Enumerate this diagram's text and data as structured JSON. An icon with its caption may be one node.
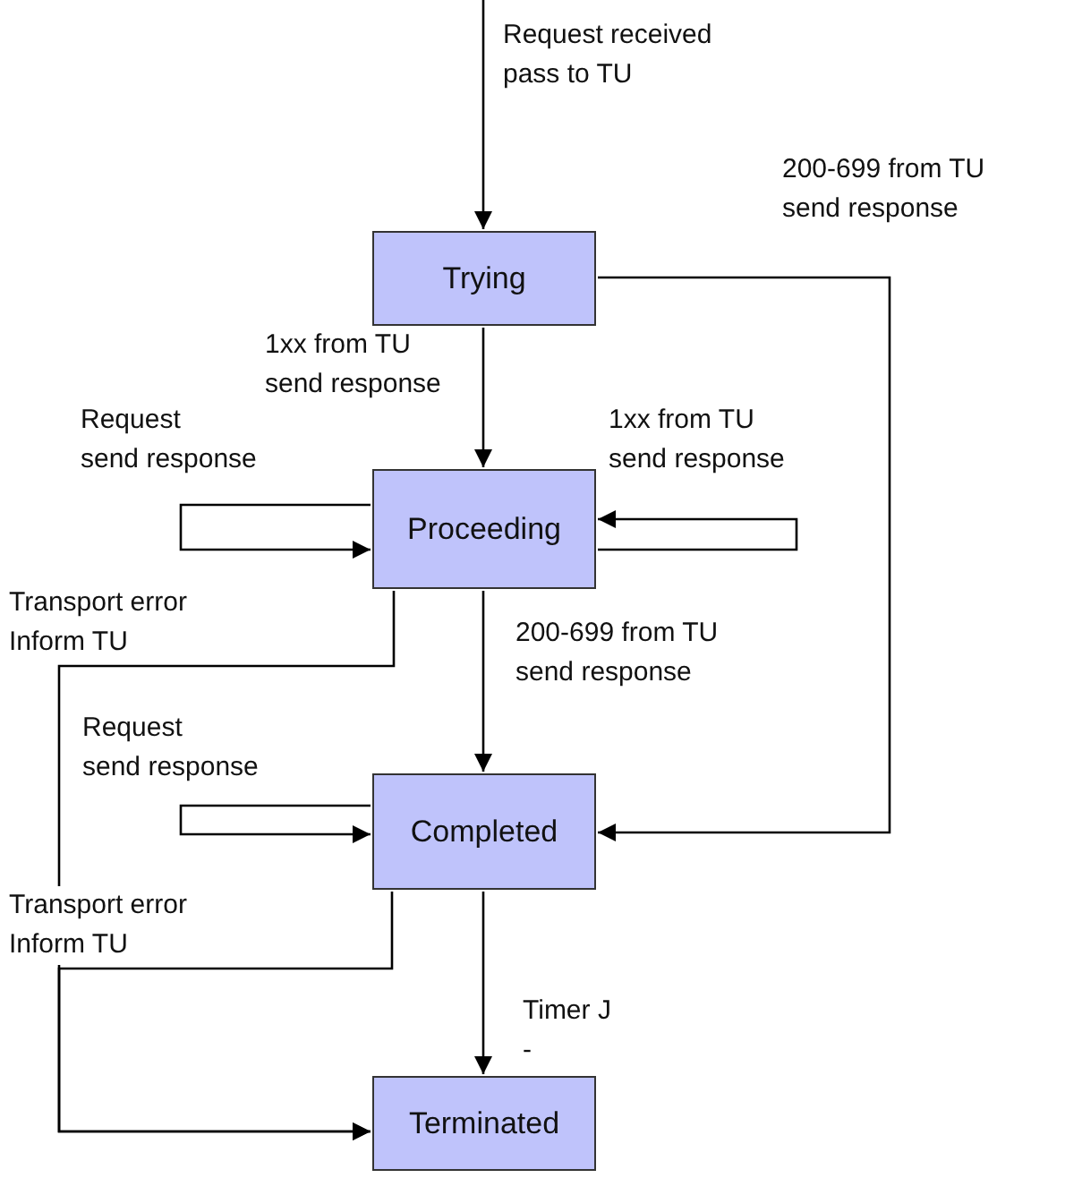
{
  "diagram": {
    "nodes": [
      {
        "text": [
          "Trying"
        ]
      },
      {
        "text": [
          "Proceeding"
        ]
      },
      {
        "text": [
          "Completed"
        ]
      },
      {
        "text": [
          "Terminated"
        ]
      }
    ],
    "edges": [
      {
        "from": null,
        "to": 0,
        "arrow": "to",
        "label": "Request received pass to TU"
      },
      {
        "from": 0,
        "to": 2,
        "arrow": "to",
        "label": "200-699 from TU send response"
      },
      {
        "from": 0,
        "to": 1,
        "arrow": "to",
        "label": "1xx from TU send response"
      },
      {
        "from": 1,
        "to": 1,
        "arrow": "to",
        "label": "Request send response"
      },
      {
        "from": 1,
        "to": 1,
        "arrow": "to",
        "label": "1xx from TU send response"
      },
      {
        "from": 1,
        "to": 3,
        "arrow": "to",
        "label": "Transport error Inform TU"
      },
      {
        "from": 1,
        "to": 2,
        "arrow": "to",
        "label": "200-699 from TU send response"
      },
      {
        "from": 2,
        "to": 2,
        "arrow": "to",
        "label": "Request send response"
      },
      {
        "from": 2,
        "to": 3,
        "arrow": "to",
        "label": "Transport error Inform TU"
      },
      {
        "from": 2,
        "to": 3,
        "arrow": "to",
        "label": "Timer J -"
      }
    ]
  }
}
